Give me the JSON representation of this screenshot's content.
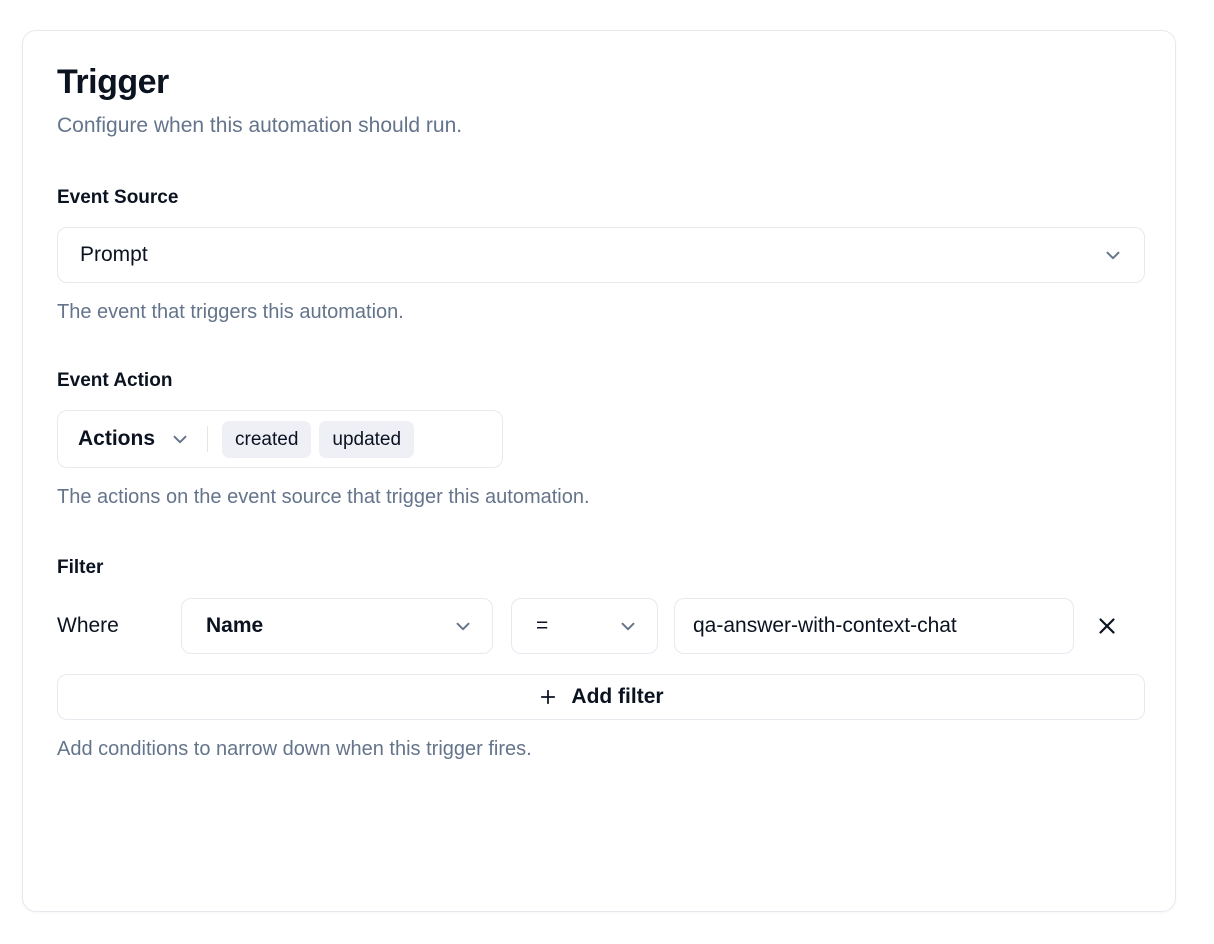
{
  "card": {
    "title": "Trigger",
    "subtitle": "Configure when this automation should run."
  },
  "event_source": {
    "label": "Event Source",
    "selected": "Prompt",
    "help": "The event that triggers this automation.",
    "chevron_icon": "chevron-down-icon"
  },
  "event_action": {
    "label": "Event Action",
    "trigger_label": "Actions",
    "chevron_icon": "chevron-down-icon",
    "selected_actions": [
      "created",
      "updated"
    ],
    "help": "The actions on the event source that trigger this automation."
  },
  "filter": {
    "label": "Filter",
    "where_label": "Where",
    "field": "Name",
    "operator": "=",
    "value": "qa-answer-with-context-chat",
    "remove_icon": "close-icon",
    "add_filter_label": "Add filter",
    "add_filter_icon": "plus-icon",
    "help": "Add conditions to narrow down when this trigger fires."
  },
  "colors": {
    "card_border": "#e6e8ee",
    "control_border": "#e7e9ef",
    "text_primary": "#0b1220",
    "text_muted": "#64748b",
    "pill_background": "#eef0f6",
    "chevron": "#64748b"
  }
}
